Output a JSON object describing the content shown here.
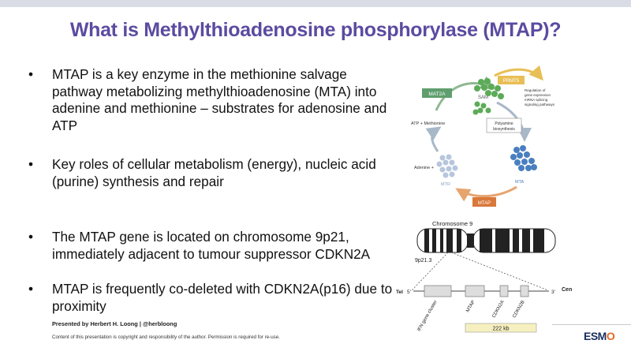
{
  "slide": {
    "title": "What is Methylthioadenosine phosphorylase (MTAP)?",
    "bullets": [
      {
        "text": "MTAP is a key enzyme in the methionine salvage pathway metabolizing methylthioadenosine (MTA) into adenine and methionine – substrates for adenosine and ATP"
      },
      {
        "text": "Key roles of cellular metabolism (energy), nucleic acid (purine) synthesis and repair"
      },
      {
        "text": "The MTAP gene is located on chromosome 9p21, immediately adjacent to tumour suppressor CDKN2A"
      },
      {
        "text": "MTAP is frequently co-deleted with CDKN2A(p16) due to proximity"
      }
    ],
    "bullet_glyph": "•",
    "presenter": "Presented by Herbert H. Loong | @herbloong",
    "disclaimer": "Content of this presentation is copyright and responsibility of the author. Permission is required for re-use.",
    "logo_text_main": "ESM",
    "logo_text_accent": "O"
  },
  "cycle_figure": {
    "mat2a": "MAT2A",
    "prmt5": "PRMT5",
    "sam": "SAM",
    "regulation": [
      "Regulation of",
      "gene expression",
      "mRNA splicing",
      "signaling pathways"
    ],
    "atp_methionine": "ATP + Methionine",
    "polyamine": [
      "Polyamine",
      "biosynthesis"
    ],
    "adenine": "Adenine +",
    "mtr": "MTR",
    "mta": "MTA",
    "mtap": "MTAP"
  },
  "chromosome_figure": {
    "chromosome": "Chromosome 9",
    "band": "9p21.3",
    "tel": "Tel",
    "five_prime": "5'",
    "three_prime": "3'",
    "cen": "Cen",
    "genes": [
      "IFN gene cluster",
      "MTAP",
      "CDKN2A",
      "CDKN2B"
    ],
    "size": "222 kb"
  },
  "colors": {
    "title": "#5b4ba0",
    "mat2a_green": "#5f9e6e",
    "prmt5_yellow": "#e8bf55",
    "mtap_orange": "#d9783a",
    "mta_blue": "#4a7fbf",
    "sam_green": "#5cab57",
    "size_box": "#f6f0c0"
  }
}
